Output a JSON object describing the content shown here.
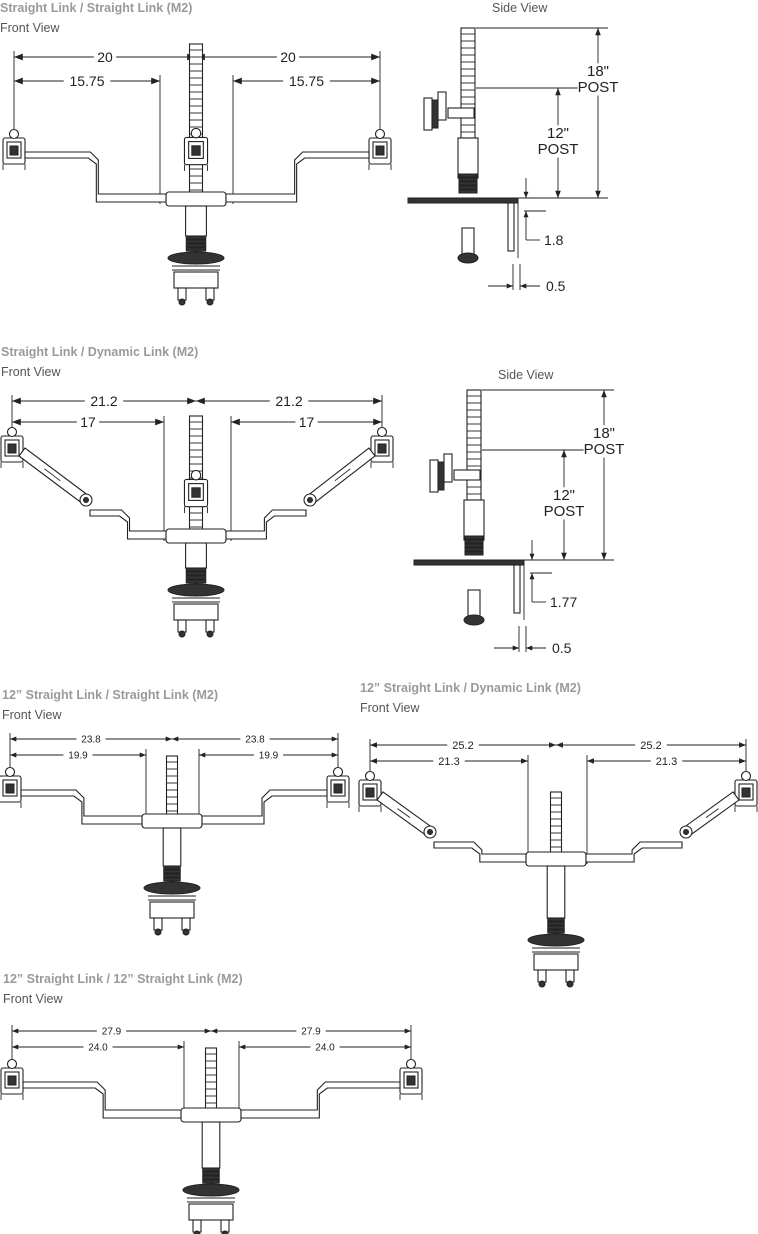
{
  "sections": [
    {
      "title": "Straight Link / Straight Link (M2)",
      "subtitle": "Front View",
      "side_title": "Side View",
      "front_dims": [
        "20",
        "15.75",
        "20",
        "15.75"
      ],
      "side_dims": {
        "tall_post": "18\"\nPOST",
        "short_post": "12\"\nPOST",
        "clamp_height": "1.8",
        "clamp_gap": "0.5"
      }
    },
    {
      "title": "Straight Link / Dynamic Link (M2)",
      "subtitle": "Front View",
      "side_title": "Side View",
      "front_dims": [
        "21.2",
        "17",
        "21.2",
        "17"
      ],
      "side_dims": {
        "tall_post": "18\"\nPOST",
        "short_post": "12\"\nPOST",
        "clamp_height": "1.77",
        "clamp_gap": "0.5"
      }
    },
    {
      "title": "12” Straight Link / Straight Link (M2)",
      "subtitle": "Front View",
      "front_dims": [
        "23.8",
        "19.9",
        "23.8",
        "19.9"
      ]
    },
    {
      "title": "12” Straight Link / Dynamic Link (M2)",
      "subtitle": "Front View",
      "front_dims": [
        "25.2",
        "21.3",
        "25.2",
        "21.3"
      ]
    },
    {
      "title": "12” Straight Link / 12” Straight Link (M2)",
      "subtitle": "Front View",
      "front_dims": [
        "27.9",
        "24.0",
        "27.9",
        "24.0"
      ]
    }
  ]
}
